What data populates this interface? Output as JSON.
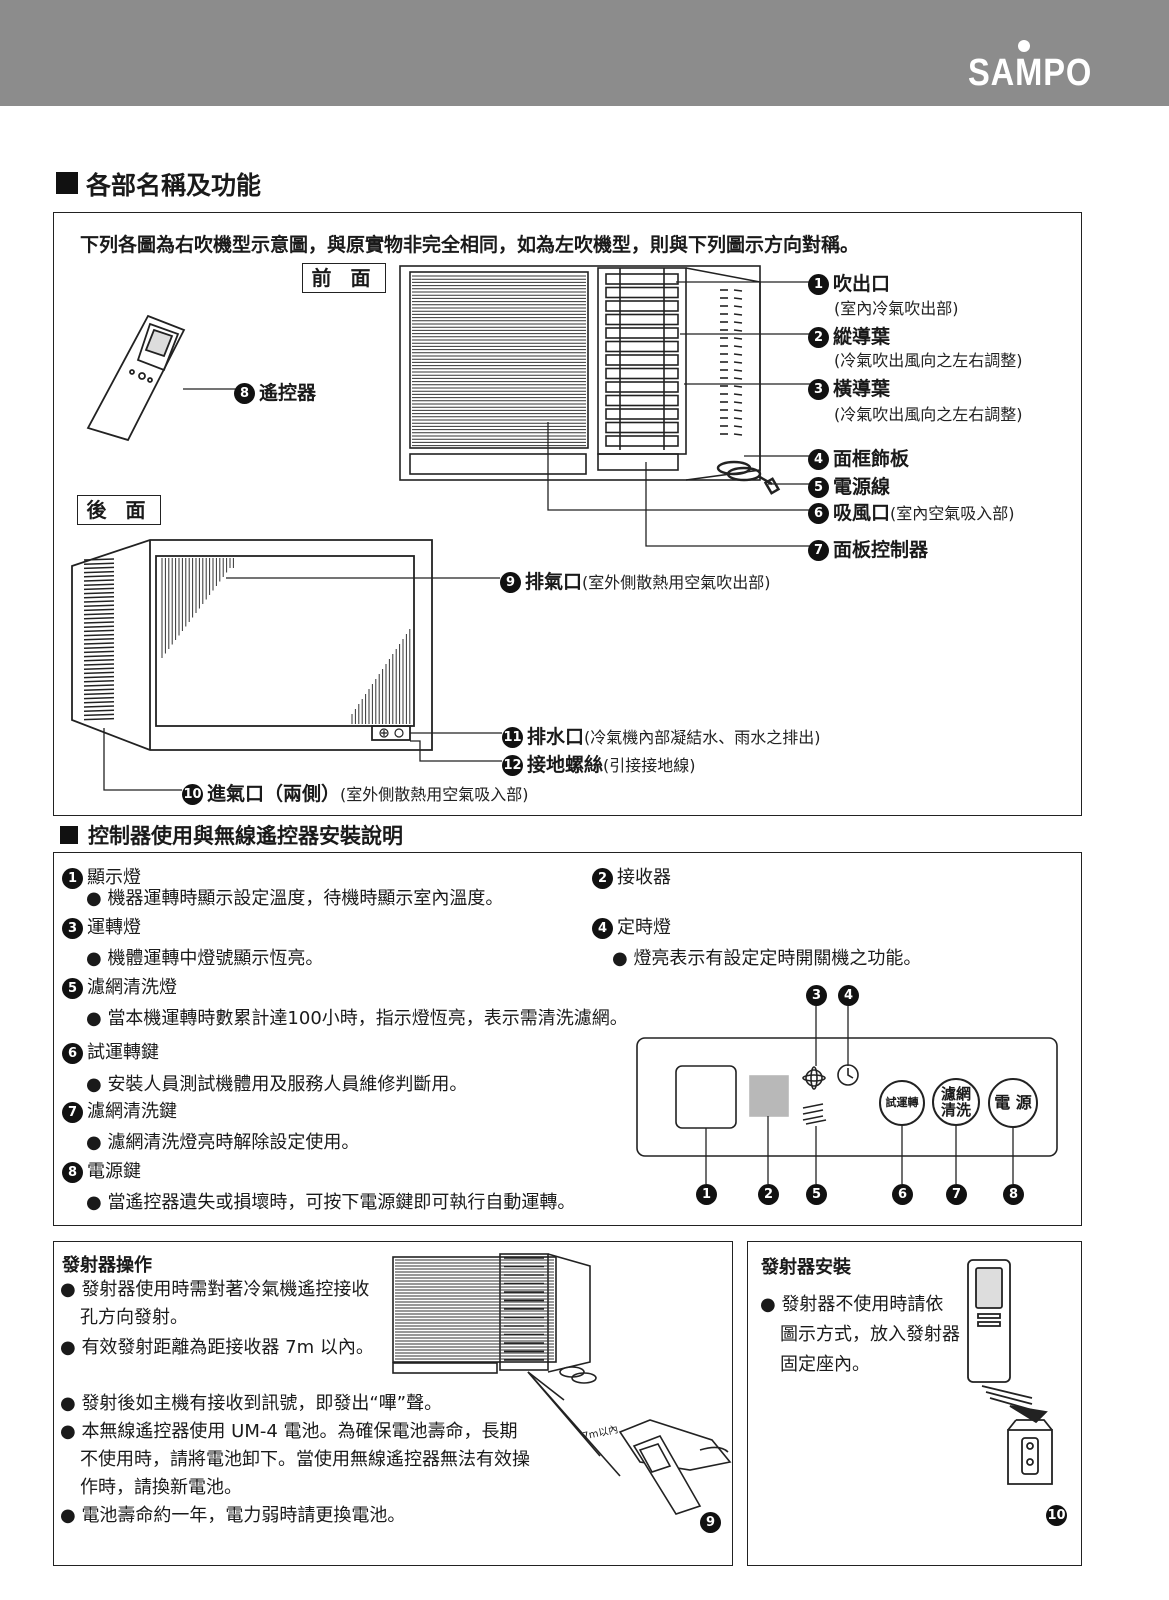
{
  "header": {
    "brand": "SAMPO"
  },
  "section1": {
    "title": "各部名稱及功能",
    "intro": "下列各圖為右吹機型示意圖，與原實物非完全相同，如為左吹機型，則與下列圖示方向對稱。",
    "front_label": "前 面",
    "rear_label": "後 面",
    "callouts": [
      {
        "num": "1",
        "name": "吹出口",
        "desc": "(室內冷氣吹出部)"
      },
      {
        "num": "2",
        "name": "縱導葉",
        "desc": "(冷氣吹出風向之左右調整)"
      },
      {
        "num": "3",
        "name": "橫導葉",
        "desc": "(冷氣吹出風向之左右調整)"
      },
      {
        "num": "4",
        "name": "面框飾板",
        "desc": ""
      },
      {
        "num": "5",
        "name": "電源線",
        "desc": ""
      },
      {
        "num": "6",
        "name": "吸風口",
        "desc": "(室內空氣吸入部)"
      },
      {
        "num": "7",
        "name": "面板控制器",
        "desc": ""
      },
      {
        "num": "8",
        "name": "遙控器",
        "desc": ""
      },
      {
        "num": "9",
        "name": "排氣口",
        "desc": "(室外側散熱用空氣吹出部)"
      },
      {
        "num": "10",
        "name": "進氣口（兩側）",
        "desc": "(室外側散熱用空氣吸入部)"
      },
      {
        "num": "11",
        "name": "排水口",
        "desc": "(冷氣機內部凝結水、雨水之排出)"
      },
      {
        "num": "12",
        "name": "接地螺絲",
        "desc": "(引接接地線)"
      }
    ]
  },
  "section2": {
    "title": "控制器使用與無線遙控器安裝說明",
    "items": [
      {
        "num": "1",
        "name": "顯示燈",
        "desc": "機器運轉時顯示設定溫度，待機時顯示室內溫度。"
      },
      {
        "num": "2",
        "name": "接收器",
        "desc": ""
      },
      {
        "num": "3",
        "name": "運轉燈",
        "desc": "機體運轉中燈號顯示恆亮。"
      },
      {
        "num": "4",
        "name": "定時燈",
        "desc": "燈亮表示有設定定時開關機之功能。"
      },
      {
        "num": "5",
        "name": "濾網清洗燈",
        "desc": "當本機運轉時數累計達100小時，指示燈恆亮，表示需清洗濾網。"
      },
      {
        "num": "6",
        "name": "試運轉鍵",
        "desc": "安裝人員測試機體用及服務人員維修判斷用。"
      },
      {
        "num": "7",
        "name": "濾網清洗鍵",
        "desc": "濾網清洗燈亮時解除設定使用。"
      },
      {
        "num": "8",
        "name": "電源鍵",
        "desc": "當遙控器遺失或損壞時，可按下電源鍵即可執行自動運轉。"
      }
    ],
    "panel": {
      "top_nums": [
        "3",
        "4"
      ],
      "bottom_nums": [
        "1",
        "2",
        "5",
        "6",
        "7",
        "8"
      ],
      "btn_test": "試運轉",
      "btn_filter": "濾網\n清洗",
      "btn_power": "電 源"
    }
  },
  "operation": {
    "title": "發射器操作",
    "bullets": [
      "發射器使用時需對著冷氣機遙控接收孔方向發射。",
      "有效發射距離為距接收器 7m 以內。",
      "發射後如主機有接收到訊號，即發出“嗶”聲。",
      "本無線遙控器使用 UM-4 電池。為確保電池壽命，長期不使用時，請將電池卸下。當使用無線遙控器無法有效操作時，請換新電池。",
      "電池壽命約一年，電力弱時請更換電池。"
    ],
    "distance_label": "7m以內",
    "fig_num": "9"
  },
  "install": {
    "title": "發射器安裝",
    "text": "發射器不使用時請依圖示方式，放入發射器固定座內。",
    "fig_num": "10"
  }
}
